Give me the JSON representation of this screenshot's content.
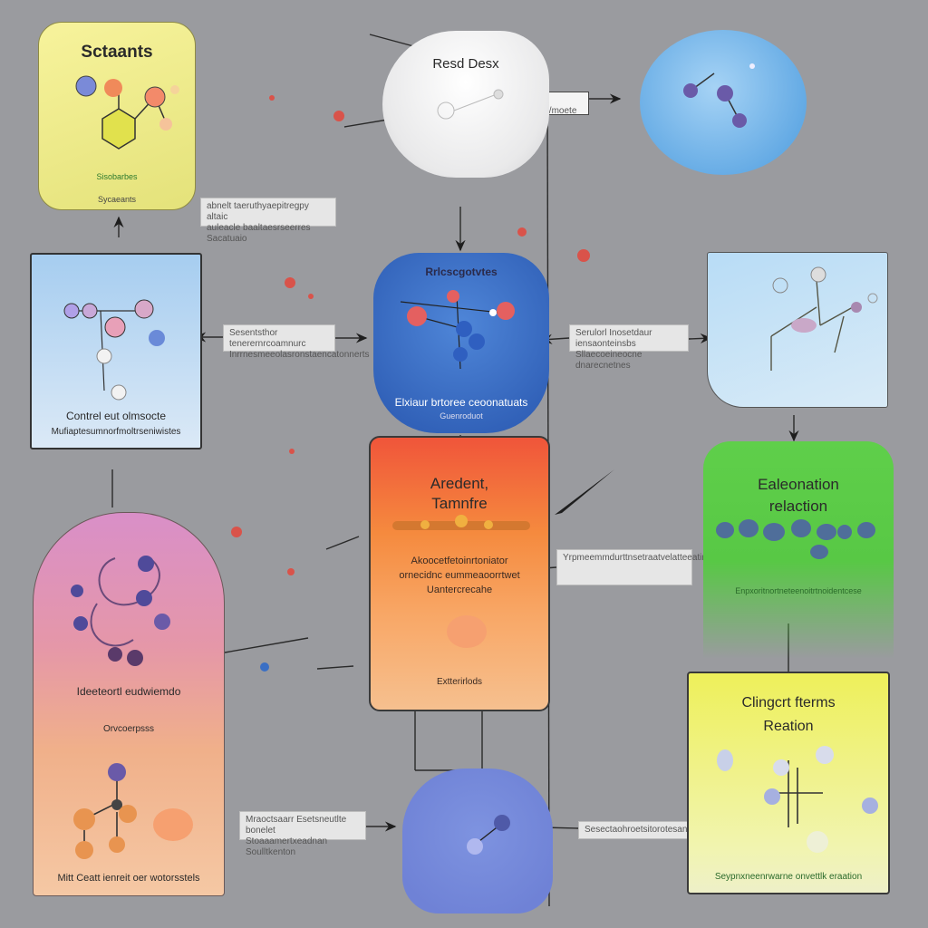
{
  "panels": {
    "reactants": {
      "title": "Sctaants",
      "label": "Sisobarbes",
      "footer": "Sycaeants"
    },
    "read_desk": {
      "title": "Resd Desx"
    },
    "control": {
      "line1": "Contrel eut olmsocte",
      "line2": "Mufiaptesumnorfmoltrseniwistes"
    },
    "blue_center": {
      "title": "Rrlcscgotvtes",
      "line1": "Elxiaur brtoree ceoonatuats",
      "line2": "Guenroduot"
    },
    "accident": {
      "title": "Aredent,\nTamnfre",
      "line1": "Akoocetfetoinrtoniator\nornecidnc eummeaoorrtwet\nUantercrecahe",
      "line2": "Extterirlods"
    },
    "elaboration": {
      "title": "Ealeonation\nrelaction",
      "line1": "Enpxoritnortneteenoitrtnoidentcese"
    },
    "pink": {
      "line1": "Ideeteortl eudwiemdo",
      "line2": "Orvcoerpsss",
      "line3": "Mitt Ceatt ienreit oer wotorsstels"
    },
    "chloroft": {
      "title": "Clingcrt fterms\nReation",
      "line1": "Seypnxneenrwarne onvettlk eraation"
    }
  },
  "captions": {
    "top_box": "Sdnfl cuenan/moete",
    "top_left": "abnelt taeruthyaepitregpy altaic\nauleacle baaltaesrseerres Sacatuaio",
    "mid_left": "Sesentsthor tenerernrcoamnurc\nInrrnesmeeolasronstaencatonnerts",
    "mid_right": "Serulorl Inosetdaur iensaonteinsbs\nSllaecoeineocne dnarecnetnes",
    "accident_right": "Yrpmeemmdurttnsetraatvelatteeatimnepe",
    "bottom_left": "Mraoctsaarr Esetsneutlte bonelet\nStoaaamertxeadnan Soulltkenton",
    "bottom_right": "Sesectaohroetsitorotesantesecaoleets"
  }
}
